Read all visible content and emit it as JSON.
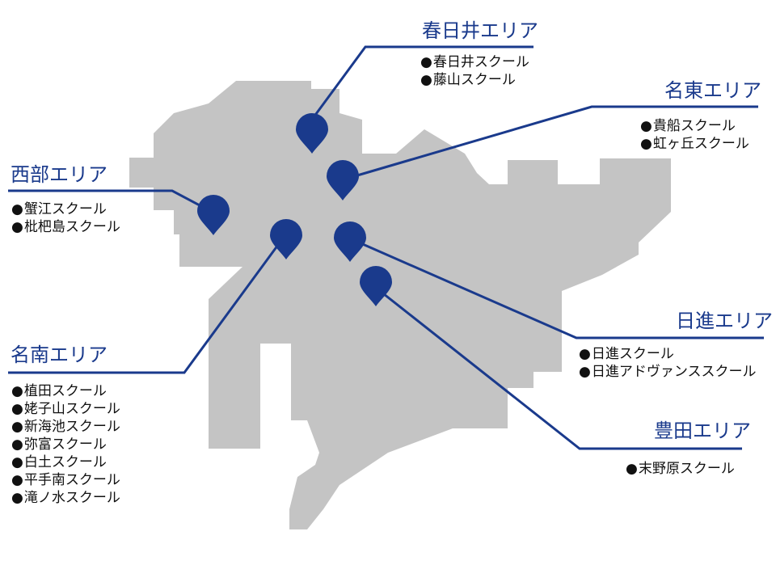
{
  "colors": {
    "map_fill": "#c4c4c4",
    "accent": "#1a3a8c",
    "pin": "#1a3a8c",
    "text": "#111111"
  },
  "bullet": "●",
  "areas": {
    "kasugai": {
      "title": "春日井エリア",
      "schools": [
        "春日井スクール",
        "藤山スクール"
      ]
    },
    "meito": {
      "title": "名東エリア",
      "schools": [
        "貴船スクール",
        "虹ヶ丘スクール"
      ]
    },
    "seibu": {
      "title": "西部エリア",
      "schools": [
        "蟹江スクール",
        "枇杷島スクール"
      ]
    },
    "nissin": {
      "title": "日進エリア",
      "schools": [
        "日進スクール",
        "日進アドヴァンススクール"
      ]
    },
    "meinan": {
      "title": "名南エリア",
      "schools": [
        "植田スクール",
        "姥子山スクール",
        "新海池スクール",
        "弥富スクール",
        "白土スクール",
        "平手南スクール",
        "滝ノ水スクール"
      ]
    },
    "toyota": {
      "title": "豊田エリア",
      "schools": [
        "末野原スクール"
      ]
    }
  }
}
